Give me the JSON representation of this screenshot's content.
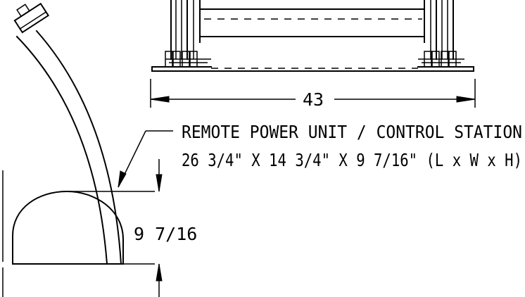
{
  "callout": {
    "line1": "REMOTE POWER UNIT / CONTROL STATION",
    "line2": "26 3/4\" X 14 3/4\" X 9 7/16\" (L x W x H)"
  },
  "dimensions": {
    "width": "43",
    "height": "9 7/16"
  }
}
